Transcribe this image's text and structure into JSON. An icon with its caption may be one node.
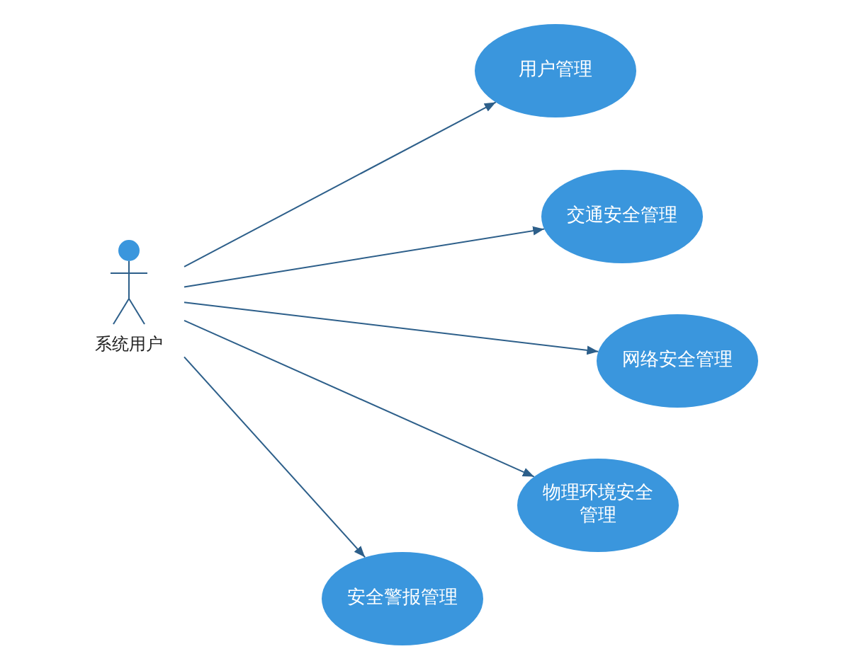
{
  "diagram": {
    "nodes": [
      {
        "text": [
          "系统用户"
        ]
      },
      {
        "text": [
          "用户管理"
        ]
      },
      {
        "text": [
          "交通安全管理"
        ]
      },
      {
        "text": [
          "网络安全管理"
        ]
      },
      {
        "text": [
          "物理环境安全管理"
        ]
      },
      {
        "text": [
          "安全警报管理"
        ]
      }
    ],
    "edges": [
      {
        "from": 0,
        "to": 1,
        "arrow": "to"
      },
      {
        "from": 0,
        "to": 2,
        "arrow": "to"
      },
      {
        "from": 0,
        "to": 3,
        "arrow": "to"
      },
      {
        "from": 0,
        "to": 4,
        "arrow": "to"
      },
      {
        "from": 0,
        "to": 5,
        "arrow": "to"
      }
    ]
  }
}
